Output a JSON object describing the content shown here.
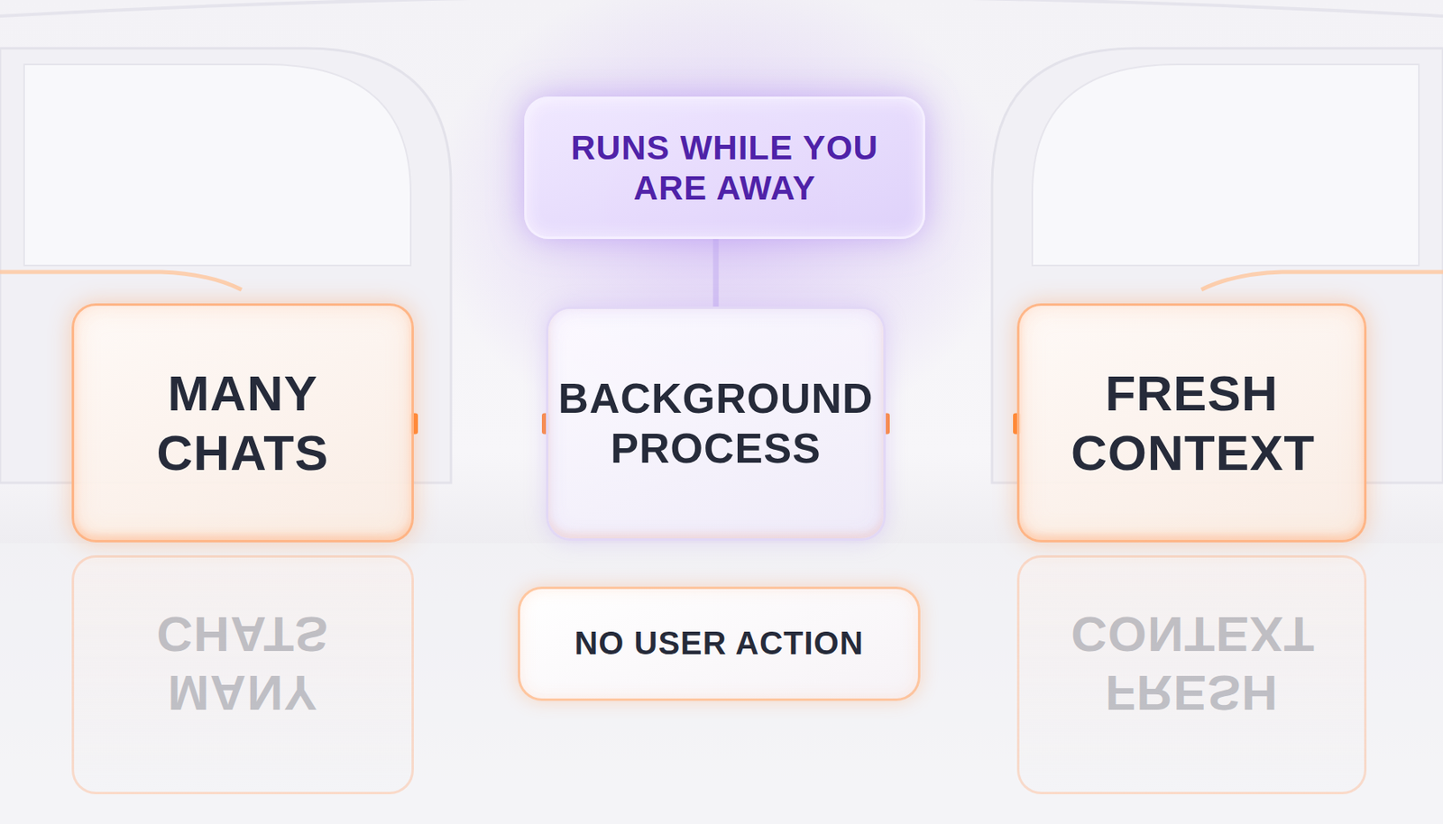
{
  "diagram": {
    "nodes": [
      {
        "text": [
          "RUNS WHILE YOU ARE AWAY"
        ]
      },
      {
        "text": [
          "MANY CHATS"
        ]
      },
      {
        "text": [
          "BACKGROUND PROCESS"
        ]
      },
      {
        "text": [
          "FRESH CONTEXT"
        ]
      },
      {
        "text": [
          "NO USER ACTION"
        ]
      }
    ],
    "edges": [
      {
        "from": 1,
        "to": 2,
        "arrow": "none"
      },
      {
        "from": 2,
        "to": 3,
        "arrow": "none"
      },
      {
        "from": 0,
        "to": 2,
        "arrow": "none"
      }
    ],
    "labels": [
      "MANY CHATS",
      "FRESH CONTEXT"
    ]
  }
}
